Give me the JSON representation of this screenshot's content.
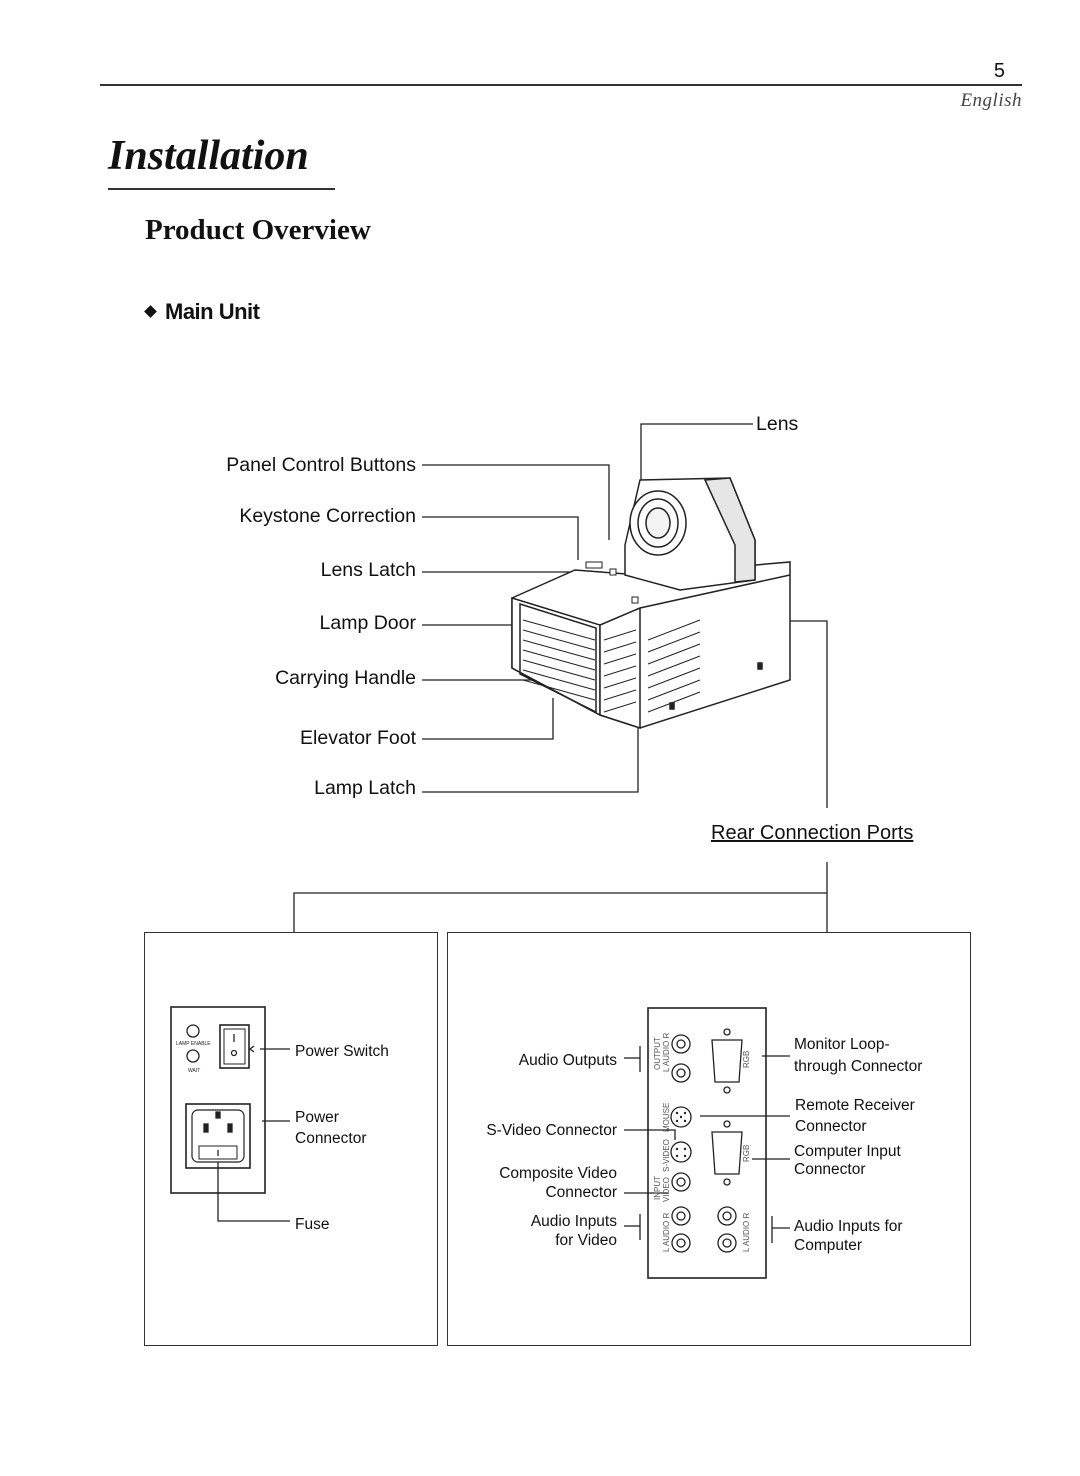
{
  "header": {
    "page_number": "5",
    "language": "English"
  },
  "section_title": "Installation",
  "subsection_title": "Product Overview",
  "subheading": "Main Unit",
  "callouts": {
    "lens": "Lens",
    "panel_control_buttons": "Panel Control Buttons",
    "keystone_correction": "Keystone Correction",
    "lens_latch": "Lens Latch",
    "lamp_door": "Lamp Door",
    "carrying_handle": "Carrying Handle",
    "elevator_foot": "Elevator Foot",
    "lamp_latch": "Lamp Latch",
    "rear_connection_ports": "Rear Connection Ports"
  },
  "power_panel": {
    "power_switch": "Power Switch",
    "power_connector_1": "Power",
    "power_connector_2": "Connector",
    "fuse": "Fuse"
  },
  "ports_panel": {
    "audio_outputs": "Audio Outputs",
    "svideo_connector": "S-Video Connector",
    "composite_video_1": "Composite Video",
    "composite_video_2": "Connector",
    "audio_inputs_video_1": "Audio Inputs",
    "audio_inputs_video_2": "for Video",
    "monitor_loop_1": "Monitor Loop-",
    "monitor_loop_2": "through Connector",
    "remote_receiver_1": "Remote Receiver",
    "remote_receiver_2": "Connector",
    "computer_input_1": "Computer Input",
    "computer_input_2": "Connector",
    "audio_inputs_computer_1": "Audio Inputs for",
    "audio_inputs_computer_2": "Computer"
  }
}
